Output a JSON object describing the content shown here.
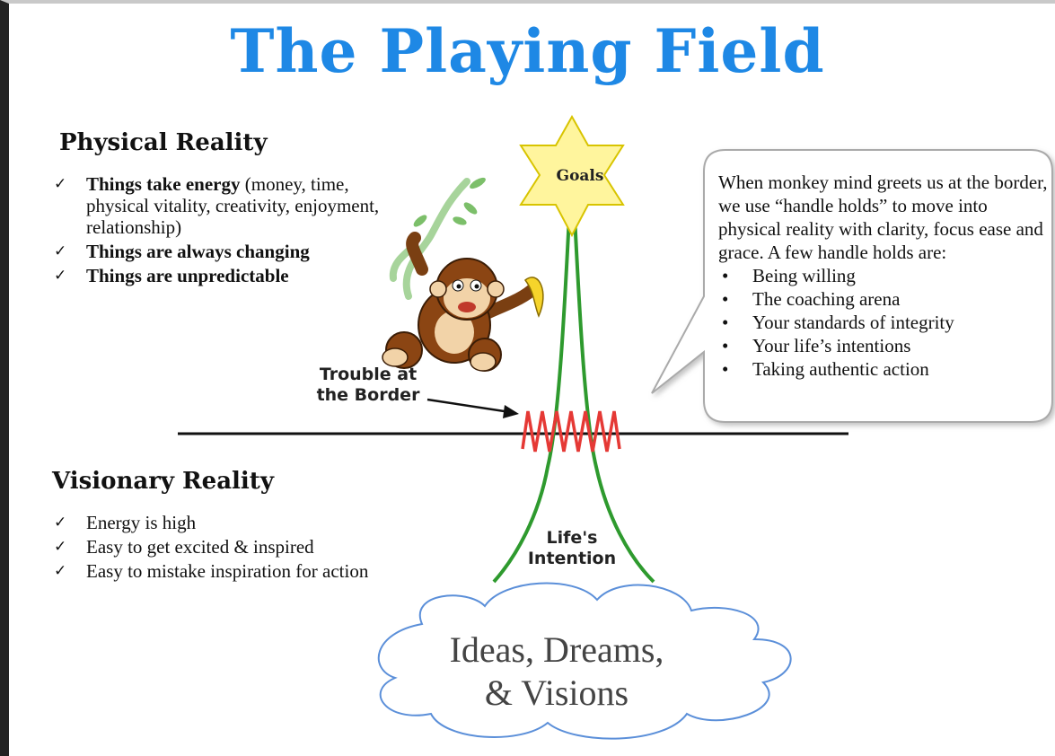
{
  "title": "The Playing Field",
  "physical": {
    "heading": "Physical Reality",
    "item1_bold": "Things take energy",
    "item1_rest": " (money, time, physical vitality, creativity, enjoyment, relationship)",
    "item2": "Things are always changing",
    "item3": "Things are unpredictable"
  },
  "visionary": {
    "heading": "Visionary Reality",
    "items": [
      "Energy is high",
      "Easy to get excited & inspired",
      "Easy to mistake inspiration for action"
    ]
  },
  "check_glyph": "✓",
  "bullet_glyph": "•",
  "goals_label": "Goals",
  "trouble_label_line1": "Trouble at",
  "trouble_label_line2": "the Border",
  "intention_label_line1": "Life's",
  "intention_label_line2": "Intention",
  "cloud_line1": "Ideas, Dreams,",
  "cloud_line2": "& Visions",
  "callout": {
    "intro": "When monkey mind greets us at the border, we use “handle holds” to move into physical reality with clarity, focus ease and grace. A few handle holds are:",
    "items": [
      "Being willing",
      "The coaching arena",
      "Your standards of integrity",
      "Your life’s intentions",
      "Taking authentic action"
    ]
  },
  "colors": {
    "title": "#1e88e5",
    "star_fill": "#fff59d",
    "stem": "#2e9a2e",
    "zigzag": "#e53935",
    "cloud_stroke": "#5b8fd9"
  },
  "icons": [
    "monkey-icon",
    "vine-icon",
    "banana-icon",
    "star-icon",
    "cloud-icon"
  ]
}
